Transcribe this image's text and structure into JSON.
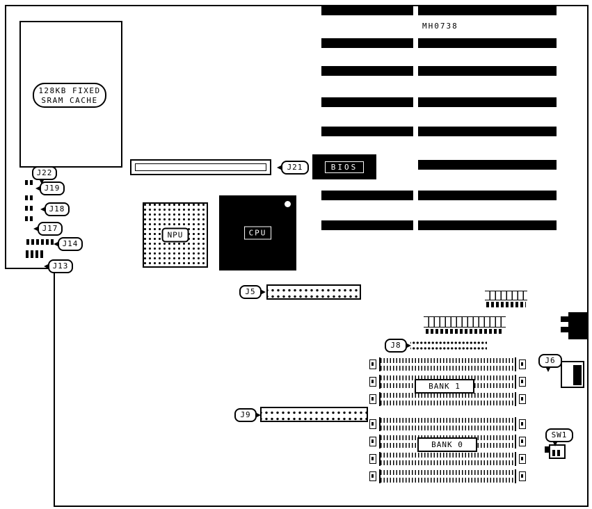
{
  "part_number": "MH0738",
  "cache": {
    "line1": "128KB FIXED",
    "line2": "SRAM CACHE"
  },
  "chips": {
    "npu": "NPU",
    "cpu": "CPU",
    "bios": "BIOS"
  },
  "banks": {
    "bank1": "BANK 1",
    "bank0": "BANK 0"
  },
  "labels": {
    "j22": "J22",
    "j19": "J19",
    "j18": "J18",
    "j17": "J17",
    "j14": "J14",
    "j13": "J13",
    "j21": "J21",
    "j5": "J5",
    "j8": "J8",
    "j9": "J9",
    "j6": "J6",
    "sw1": "SW1"
  }
}
